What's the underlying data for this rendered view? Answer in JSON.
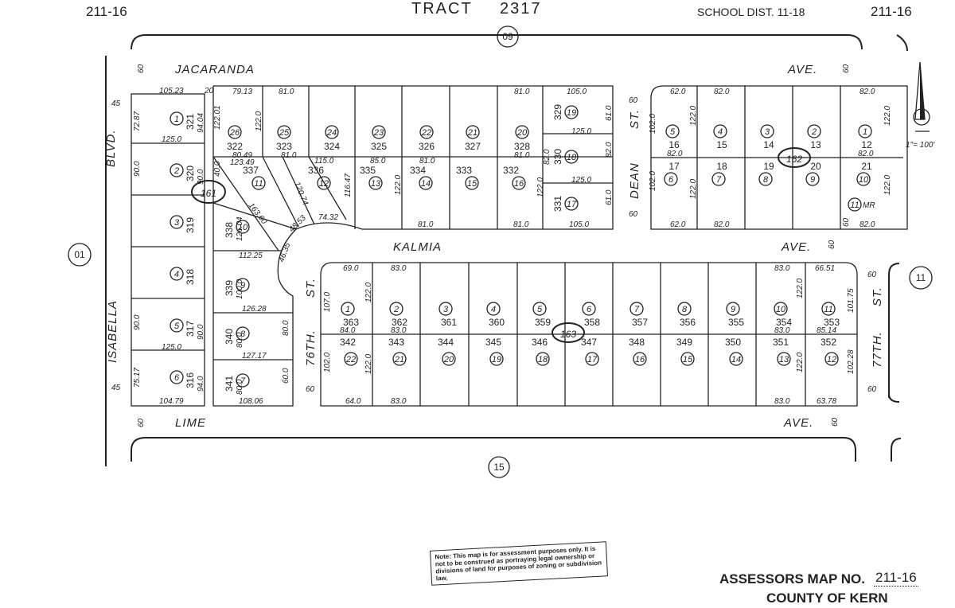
{
  "header": {
    "map_no_left": "211-16",
    "tract_label": "TRACT",
    "tract_number": "2317",
    "school_dist": "SCHOOL DIST. 11-18",
    "map_no_right": "211-16"
  },
  "streets": {
    "jacaranda": "JACARANDA",
    "ave1": "AVE.",
    "kalmia": "KALMIA",
    "ave2": "AVE.",
    "lime": "LIME",
    "ave3": "AVE.",
    "isabella": "ISABELLA",
    "blvd": "BLVD.",
    "dean": "DEAN",
    "dean_st": "ST.",
    "st76": "76TH.",
    "st76_st": "ST.",
    "st77": "77TH.",
    "st77_st": "ST."
  },
  "road_circles": {
    "r09": "09",
    "r01": "01",
    "r11": "11",
    "r15": "15"
  },
  "blocks": {
    "b161": "161",
    "b162": "162",
    "b163": "163"
  },
  "scale": "1\"= 100'",
  "mr": "MR",
  "block_a": [
    {
      "c": "1",
      "lot": "321",
      "dim": "94.04"
    },
    {
      "c": "2",
      "lot": "320",
      "dim": "90.0"
    },
    {
      "c": "3",
      "lot": "319",
      "dim": ""
    },
    {
      "c": "4",
      "lot": "318",
      "dim": ""
    },
    {
      "c": "5",
      "lot": "317",
      "dim": "90.0"
    },
    {
      "c": "6",
      "lot": "316",
      "dim": "94.0"
    }
  ],
  "block_a_dims": {
    "top": "105.23",
    "bottom": "104.79",
    "r1": "125.0",
    "r2": "125.0",
    "l1": "72.87",
    "l2": "90.0",
    "l3": "90.0",
    "l4": "75.17",
    "w20": "20",
    "s45a": "45",
    "s45b": "45",
    "s60a": "60",
    "s60b": "60"
  },
  "block_b": [
    {
      "c": "10",
      "lot": "338",
      "dim": "126.04"
    },
    {
      "c": "9",
      "lot": "339",
      "dim": "100.0"
    },
    {
      "c": "8",
      "lot": "340",
      "dim": "80.0"
    },
    {
      "c": "7",
      "lot": "341",
      "dim": "80.0"
    }
  ],
  "block_b_dims": {
    "d1": "112.25",
    "d2": "126.28",
    "d3": "127.17",
    "d4": "108.06",
    "d5": "60.0",
    "d6": "80.0",
    "d7": "40.0",
    "d8": "163.60",
    "d9": "120.74",
    "d10": "48.53",
    "d11": "46.35",
    "d12": "74.32",
    "d13": "123.49",
    "d14": "80.49",
    "d15": "81.0",
    "d16": "79.13",
    "d17": "81.0",
    "d18": "122.0",
    "d19": "122.01"
  },
  "block_c_top": [
    {
      "c": "26",
      "lot": "322"
    },
    {
      "c": "25",
      "lot": "323"
    },
    {
      "c": "24",
      "lot": "324"
    },
    {
      "c": "23",
      "lot": "325"
    },
    {
      "c": "22",
      "lot": "326"
    },
    {
      "c": "21",
      "lot": "327"
    },
    {
      "c": "20",
      "lot": "328"
    }
  ],
  "block_c_bottom": [
    {
      "c": "11",
      "lot": "337"
    },
    {
      "c": "12",
      "lot": "336"
    },
    {
      "c": "13",
      "lot": "335"
    },
    {
      "c": "14",
      "lot": "334"
    },
    {
      "c": "15",
      "lot": "333"
    },
    {
      "c": "16",
      "lot": "332"
    }
  ],
  "block_c_right": [
    {
      "c": "19",
      "lot": "329"
    },
    {
      "c": "18",
      "lot": "330"
    },
    {
      "c": "17",
      "lot": "331"
    }
  ],
  "block_c_dims": {
    "a": "115.0",
    "b": "85.0",
    "c": "81.0",
    "d": "116.47",
    "e": "122.0",
    "f": "81.0",
    "g": "105.0",
    "h": "125.0",
    "i": "125.0",
    "j": "81.0",
    "k": "105.0",
    "l": "61.0",
    "m": "82.0",
    "n": "61.0",
    "o": "60",
    "p": "60",
    "q": "122.0",
    "r": "81.0",
    "s": "82.0",
    "t": "81.0"
  },
  "block_162_top": [
    {
      "c": "5",
      "lot": "16"
    },
    {
      "c": "4",
      "lot": "15"
    },
    {
      "c": "3",
      "lot": "14"
    },
    {
      "c": "2",
      "lot": "13"
    },
    {
      "c": "1",
      "lot": "12"
    }
  ],
  "block_162_bottom": [
    {
      "c": "6",
      "lot": "17"
    },
    {
      "c": "7",
      "lot": "18"
    },
    {
      "c": "8",
      "lot": "19"
    },
    {
      "c": "9",
      "lot": "20"
    },
    {
      "c": "10",
      "lot": "21"
    }
  ],
  "block_162_dims": {
    "t1": "62.0",
    "t2": "82.0",
    "t3": "82.0",
    "b1": "62.0",
    "b2": "82.0",
    "b3": "82.0",
    "m1": "82.0",
    "m2": "82.0",
    "v1": "102.0",
    "v2": "102.0",
    "v3": "122.0",
    "v4": "122.0",
    "v5": "122.0",
    "v6": "122.0",
    "s60": "60"
  },
  "block_163_top": [
    {
      "c": "1",
      "lot": "363"
    },
    {
      "c": "2",
      "lot": "362"
    },
    {
      "c": "3",
      "lot": "361"
    },
    {
      "c": "4",
      "lot": "360"
    },
    {
      "c": "5",
      "lot": "359"
    },
    {
      "c": "6",
      "lot": "358"
    },
    {
      "c": "7",
      "lot": "357"
    },
    {
      "c": "8",
      "lot": "356"
    },
    {
      "c": "9",
      "lot": "355"
    },
    {
      "c": "10",
      "lot": "354"
    },
    {
      "c": "11",
      "lot": "353"
    }
  ],
  "block_163_bottom": [
    {
      "c": "22",
      "lot": "342"
    },
    {
      "c": "21",
      "lot": "343"
    },
    {
      "c": "20",
      "lot": "344"
    },
    {
      "c": "19",
      "lot": "345"
    },
    {
      "c": "18",
      "lot": "346"
    },
    {
      "c": "17",
      "lot": "347"
    },
    {
      "c": "16",
      "lot": "348"
    },
    {
      "c": "15",
      "lot": "349"
    },
    {
      "c": "14",
      "lot": "350"
    },
    {
      "c": "13",
      "lot": "351"
    },
    {
      "c": "12",
      "lot": "352"
    }
  ],
  "block_163_dims": {
    "t1": "69.0",
    "t2": "83.0",
    "t3": "83.0",
    "t4": "66.51",
    "b1": "64.0",
    "b2": "83.0",
    "b3": "83.0",
    "b4": "63.78",
    "m1": "84.0",
    "m2": "83.0",
    "m3": "83.0",
    "m4": "85.14",
    "v1": "107.0",
    "v2": "102.0",
    "v3": "122.0",
    "v4": "122.0",
    "v5": "122.0",
    "v6": "122.0",
    "v7": "101.75",
    "v8": "102.28",
    "s60a": "60",
    "s60b": "60",
    "s60c": "60",
    "s60d": "60",
    "s60e": "60",
    "s60f": "60"
  },
  "note": "Note: This map is for assessment purposes only. It is not to be construed as portraying legal ownership or divisions of land for purposes of zoning or subdivision law.",
  "footer": {
    "assessors": "ASSESSORS MAP NO.",
    "map_no": "211-16",
    "county": "COUNTY OF KERN"
  }
}
